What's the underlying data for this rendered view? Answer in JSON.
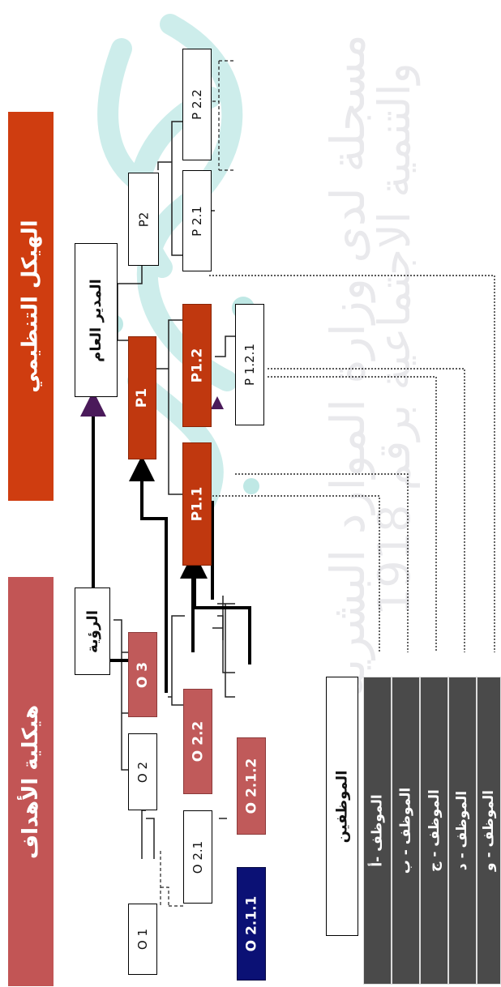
{
  "titles": {
    "org_structure": "الهيكل التنظيمي",
    "objectives_structure": "هيكلية الأهداف"
  },
  "watermark": {
    "line1": "مسجلة لدى وزارة الموارد البشرية",
    "line2": "والتنمية الاجتماعية برقم 1918"
  },
  "org": {
    "general_manager": "المدير العام",
    "p1": "P1",
    "p2": "P2",
    "p1_1": "P1.1",
    "p1_2": "P1.2",
    "p1_2_1": "P 1.2.1",
    "p2_1": "P 2.1",
    "p2_2": "P 2.2"
  },
  "objectives": {
    "vision": "الرؤية",
    "o1": "O 1",
    "o2": "O 2",
    "o3": "O 3",
    "o2_1": "O 2.1",
    "o2_2": "O 2.2",
    "o2_1_1": "O 2.1.1",
    "o2_1_2": "O 2.1.2"
  },
  "employees": {
    "header": "الموظفين",
    "items": [
      "الموظف -أ",
      "الموظف - ب",
      "الموظف - ج",
      "الموظف - د",
      "الموظف - و"
    ]
  },
  "colors": {
    "org_title": "#cf3d10",
    "objectives_title": "#c25555",
    "org_accent": "#c0380f",
    "objective_accent": "#c05a5a",
    "leaf_objective": "#0b1175",
    "employee_box": "#4a4a4a"
  }
}
